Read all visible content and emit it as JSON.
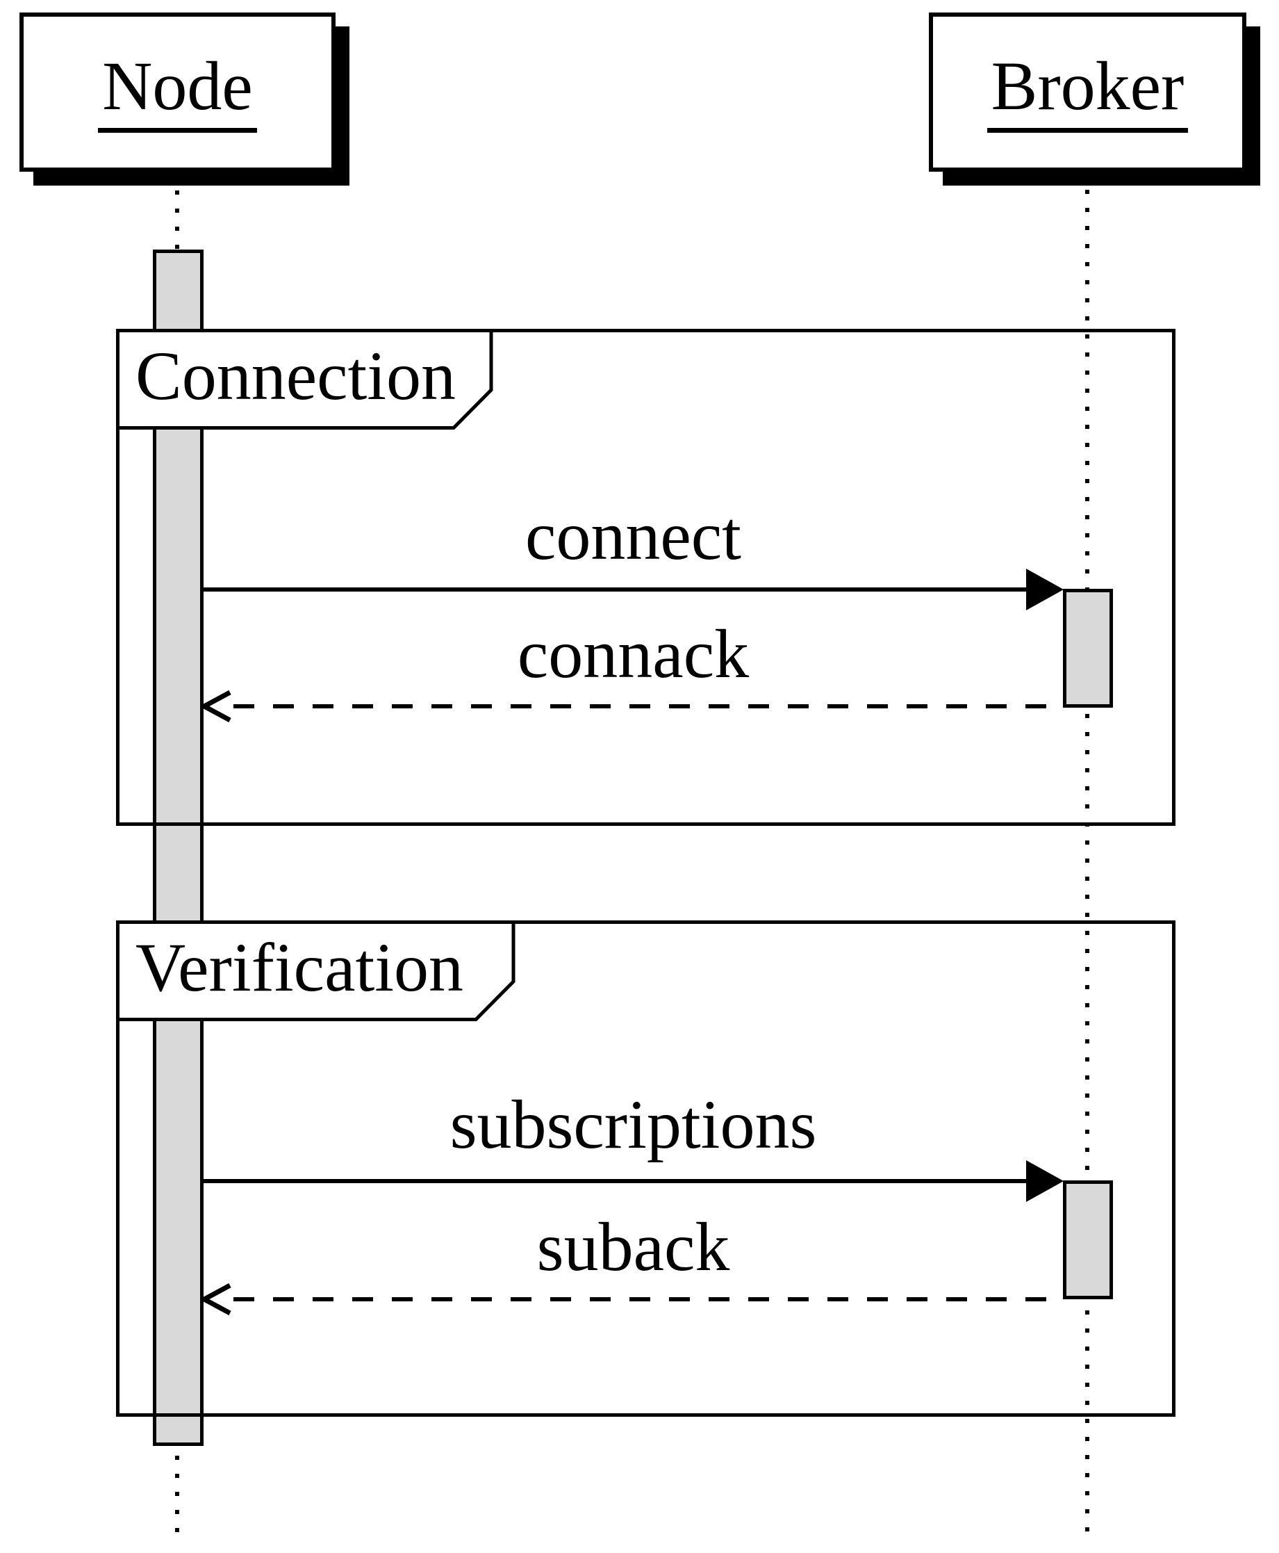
{
  "diagram": {
    "type": "uml-sequence",
    "background_color": "#ffffff",
    "line_color": "#000000",
    "activation_fill_color": "#d9d9d9"
  },
  "participants": [
    {
      "name": "Node"
    },
    {
      "name": "Broker"
    }
  ],
  "fragments": [
    {
      "label": "Connection",
      "messages": [
        {
          "label": "connect",
          "from": "Node",
          "to": "Broker",
          "style": "solid-filled-arrow"
        },
        {
          "label": "connack",
          "from": "Broker",
          "to": "Node",
          "style": "dashed-open-arrow"
        }
      ]
    },
    {
      "label": "Verification",
      "messages": [
        {
          "label": "subscriptions",
          "from": "Node",
          "to": "Broker",
          "style": "solid-filled-arrow"
        },
        {
          "label": "suback",
          "from": "Broker",
          "to": "Node",
          "style": "dashed-open-arrow"
        }
      ]
    }
  ]
}
